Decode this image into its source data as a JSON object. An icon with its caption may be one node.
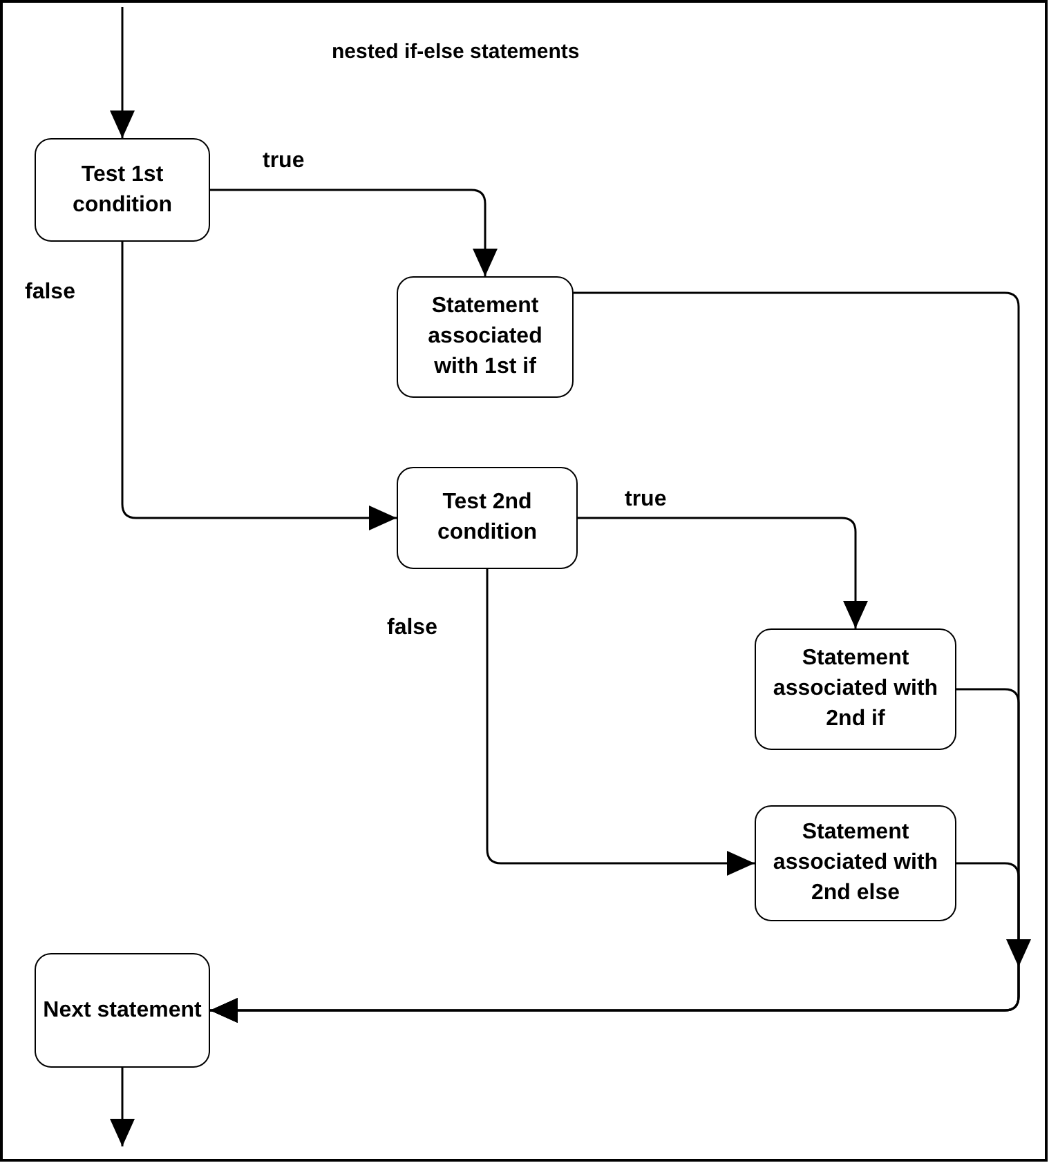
{
  "diagram": {
    "title": "nested if-else statements",
    "nodes": [
      {
        "text": [
          "Test 1st condition"
        ]
      },
      {
        "text": [
          "Statement associated with 1st if"
        ]
      },
      {
        "text": [
          "Test 2nd condition"
        ]
      },
      {
        "text": [
          "Statement associated with 2nd if"
        ]
      },
      {
        "text": [
          "Statement associated with 2nd else"
        ]
      },
      {
        "text": [
          "Next statement"
        ]
      }
    ],
    "edges": [
      {
        "from": null,
        "to": 0,
        "arrow": "to"
      },
      {
        "from": 0,
        "to": 1,
        "arrow": "to",
        "label": "true"
      },
      {
        "from": 0,
        "to": 2,
        "arrow": "to",
        "label": "false"
      },
      {
        "from": 2,
        "to": 3,
        "arrow": "to",
        "label": "true"
      },
      {
        "from": 2,
        "to": 4,
        "arrow": "to",
        "label": "false"
      },
      {
        "from": 1,
        "to": 5,
        "arrow": "to"
      },
      {
        "from": 3,
        "to": 5,
        "arrow": "to"
      },
      {
        "from": 4,
        "to": 5,
        "arrow": "to"
      },
      {
        "from": 5,
        "to": null,
        "arrow": "to"
      }
    ]
  }
}
